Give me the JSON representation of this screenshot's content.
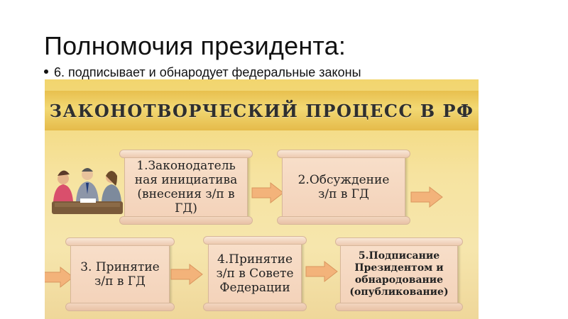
{
  "slide": {
    "title": "Полномочия президента:",
    "bullet": "6. подписывает и обнародует федеральные законы"
  },
  "diagram": {
    "heading": "ЗАКОНОТВОРЧЕСКИЙ ПРОЦЕСС В РФ",
    "steps": [
      "1.Законодатель\nная инициатива\n(внесения з/п в\nГД)",
      "2.Обсуждение\nз/п в ГД",
      "3. Принятие\nз/п в ГД",
      "4.Принятие\nз/п в Совете\nФедерации",
      "5.Подписание\nПрезидентом и\nобнародование\n(опубликование)"
    ]
  },
  "colors": {
    "panel": "#f6e3a0",
    "banner": "#e8c04e",
    "scroll": "#f3d2b9",
    "arrow": "#f3b37a"
  },
  "icons": [
    "people-meeting-icon",
    "right-arrow-icon"
  ]
}
